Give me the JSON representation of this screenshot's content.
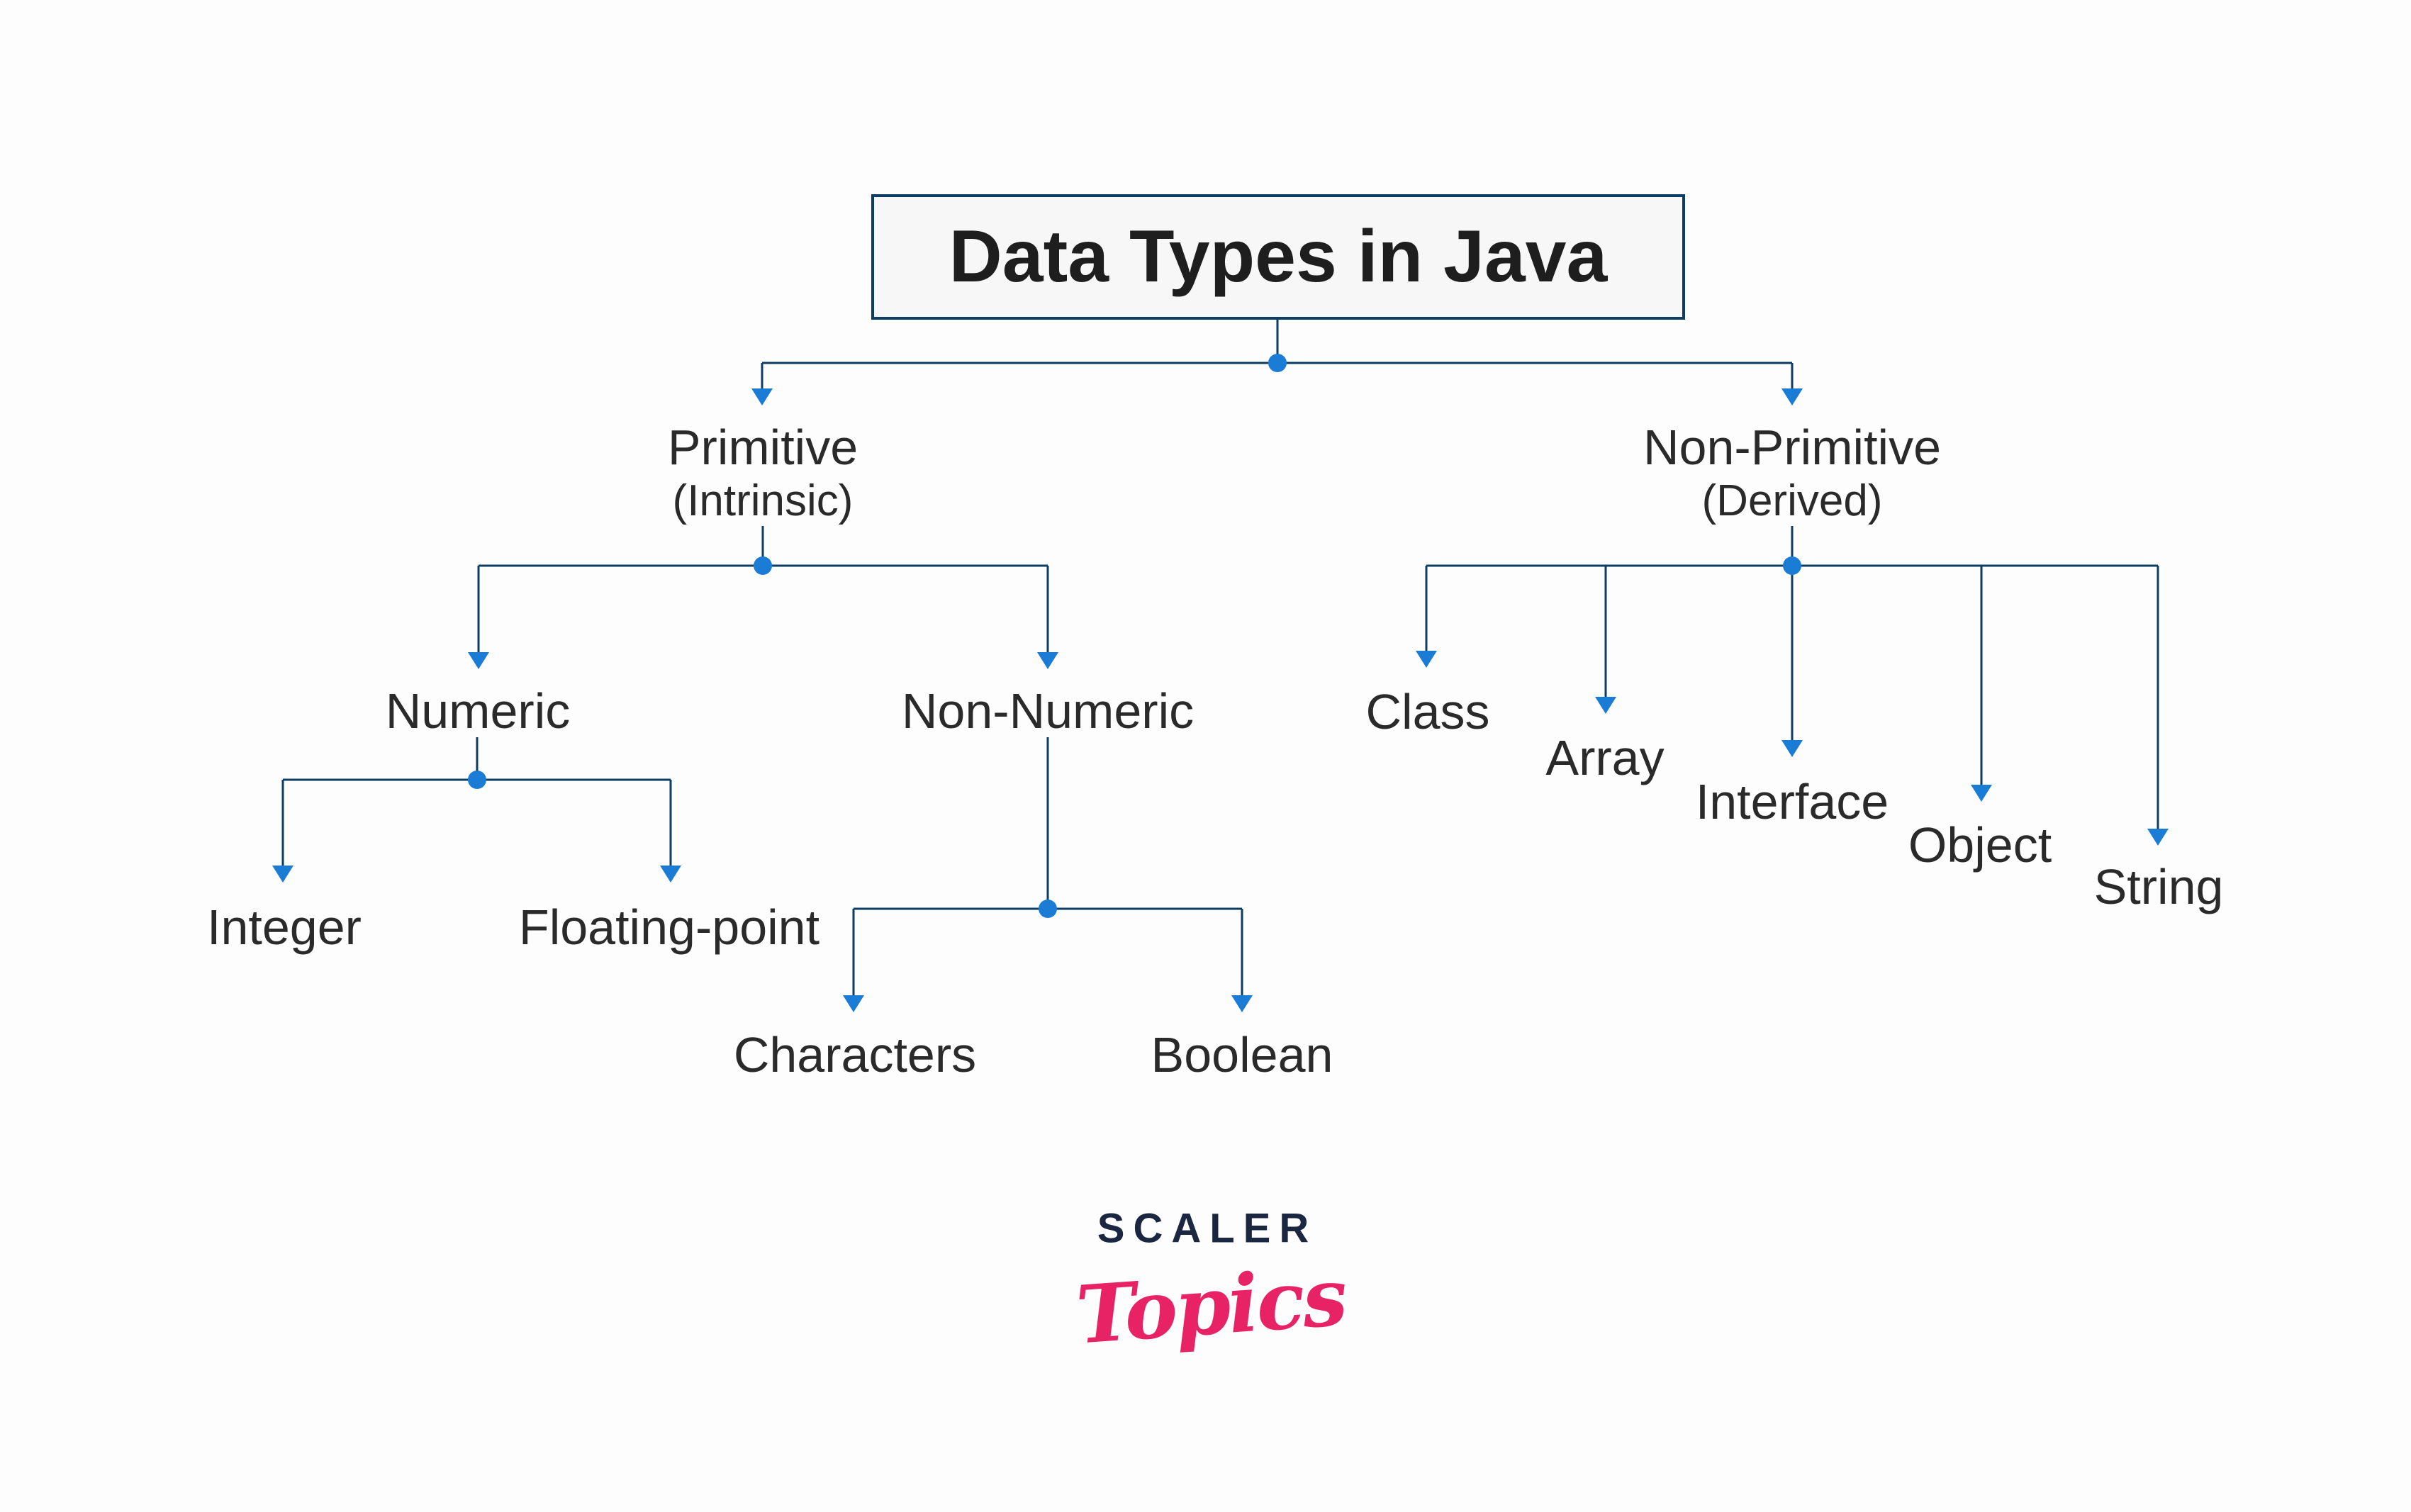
{
  "page": {
    "background": "#fdfdfe"
  },
  "diagram": {
    "title": "Data Types in Java",
    "colors": {
      "line": "#0e3d63",
      "accent": "#1b7cd5",
      "label_text": "#2a2a2a",
      "title_text": "#1e1e1e",
      "box_fill": "#f7f7f8",
      "box_border": "#0e3d63"
    },
    "nodes": {
      "primitive": {
        "label": "Primitive",
        "qualifier": "(Intrinsic)"
      },
      "non_primitive": {
        "label": "Non-Primitive",
        "qualifier": "(Derived)"
      },
      "numeric": {
        "label": "Numeric"
      },
      "non_numeric": {
        "label": "Non-Numeric"
      },
      "integer": {
        "label": "Integer"
      },
      "floating_point": {
        "label": "Floating-point"
      },
      "characters": {
        "label": "Characters"
      },
      "boolean": {
        "label": "Boolean"
      },
      "class": {
        "label": "Class"
      },
      "array": {
        "label": "Array"
      },
      "interface": {
        "label": "Interface"
      },
      "object": {
        "label": "Object"
      },
      "string": {
        "label": "String"
      }
    }
  },
  "logo": {
    "brand": "SCALER",
    "product": "Topics",
    "brand_color": "#1b2740",
    "product_color": "#e82365"
  }
}
